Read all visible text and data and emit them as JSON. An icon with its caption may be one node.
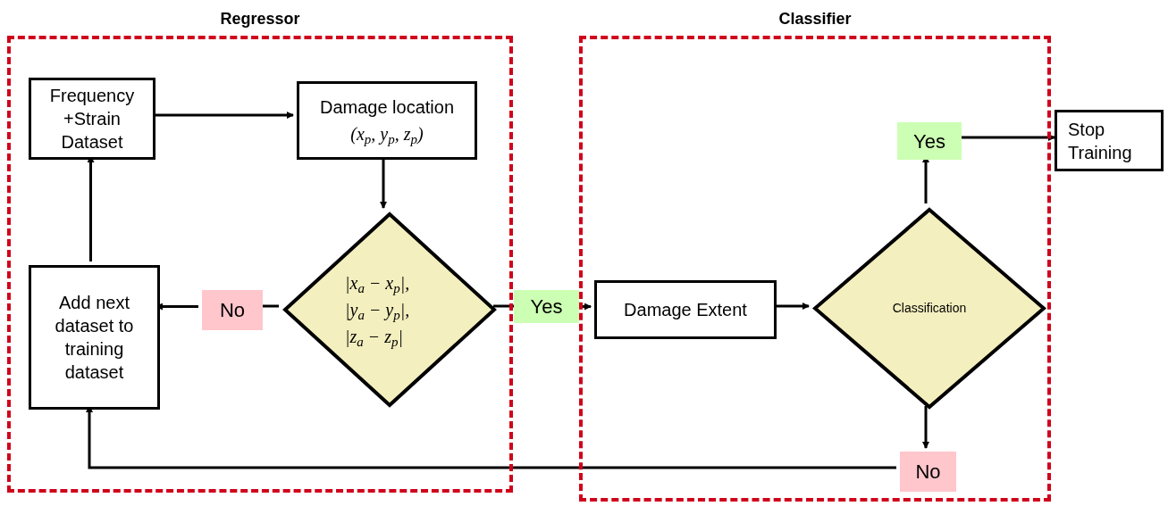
{
  "diagram": {
    "nodes": [
      {
        "text": [
          "Regressor"
        ]
      },
      {
        "text": [
          "Classifier"
        ]
      },
      {
        "text": [
          "Frequency +Strain Dataset"
        ],
        "in": 0
      },
      {
        "text": [
          "Damage location",
          "(x$_{p}$, y$_{p}$, z$_{p}$)"
        ],
        "in": 0
      },
      {
        "text": [
          "|x$_{a}$ − x$_{p}$|,",
          "|y$_{a}$ − y$_{p}$|,",
          "|z$_{a}$ − z$_{p}$|"
        ],
        "in": 0
      },
      {
        "text": [
          "Add next dataset to training dataset"
        ],
        "in": 0
      },
      {
        "text": [
          "Damage Extent"
        ],
        "in": 1
      },
      {
        "text": [
          "Classification"
        ],
        "in": 1
      },
      {
        "text": [
          "Yes"
        ],
        "in": 1
      },
      {
        "text": [
          "No"
        ],
        "in": 1
      },
      {
        "text": [
          "Stop Training"
        ]
      },
      {
        "text": [
          "No"
        ],
        "in": 0
      },
      {
        "text": [
          "Yes"
        ]
      }
    ],
    "edges": [
      {
        "from": 2,
        "to": 3,
        "arrow": "to"
      },
      {
        "from": 3,
        "to": 4,
        "arrow": "to"
      },
      {
        "from": 4,
        "to": 11,
        "arrow": "none"
      },
      {
        "from": 5,
        "to": 2,
        "arrow": "to"
      },
      {
        "from": 4,
        "to": 12,
        "arrow": "none"
      },
      {
        "from": 6,
        "to": 7,
        "arrow": "to"
      },
      {
        "from": 7,
        "to": 8,
        "arrow": "to"
      },
      {
        "from": 8,
        "to": 10,
        "arrow": "to"
      },
      {
        "from": 7,
        "to": 9,
        "arrow": "to"
      },
      {
        "from": 9,
        "to": 5,
        "arrow": "to"
      },
      {
        "from": 11,
        "to": 5,
        "arrow": "to"
      },
      {
        "from": 12,
        "to": 6,
        "arrow": "to"
      }
    ]
  }
}
